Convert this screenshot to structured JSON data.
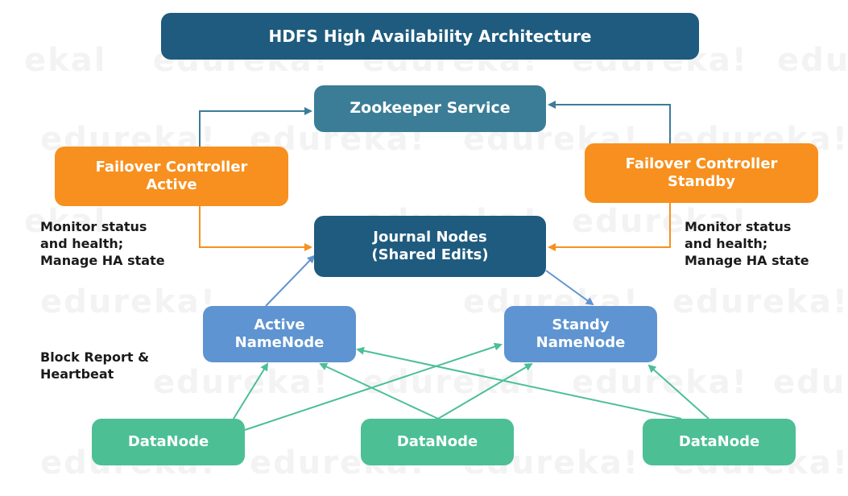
{
  "diagram": {
    "title": "HDFS High Availability Architecture",
    "zookeeper": "Zookeeper Service",
    "failover_active": "Failover Controller\nActive",
    "failover_standby": "Failover Controller\nStandby",
    "journal_nodes": "Journal Nodes\n(Shared Edits)",
    "active_namenode": "Active\nNameNode",
    "standby_namenode": "Standy\nNameNode",
    "datanodes": [
      "DataNode",
      "DataNode",
      "DataNode"
    ],
    "label_left": "Monitor status\nand health;\nManage HA state",
    "label_right": "Monitor status\nand health;\nManage HA state",
    "label_block": "Block Report &\nHeartbeat"
  },
  "watermark": "edureka!",
  "colors": {
    "title": "#1e5b7e",
    "zookeeper": "#3b7d97",
    "failover": "#f7901e",
    "journal": "#1e5b7e",
    "namenode": "#5e94d1",
    "datanode": "#4cbf95",
    "arrow_teal": "#3b7d97",
    "arrow_orange": "#f7901e",
    "arrow_blue": "#5e94d1",
    "arrow_green": "#4cbf95"
  }
}
